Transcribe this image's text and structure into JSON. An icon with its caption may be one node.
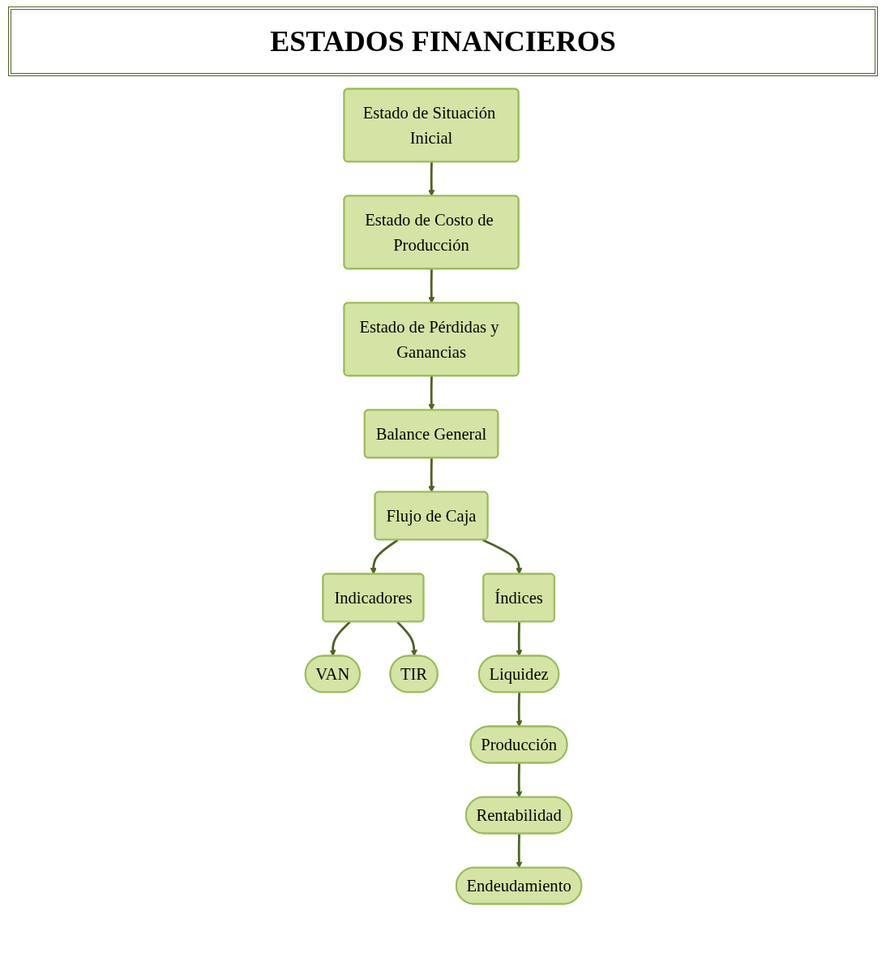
{
  "diagram": {
    "title": "ESTADOS FINANCIEROS",
    "nodes": [
      {
        "text": [
          "Estado de Situación Inicial"
        ]
      },
      {
        "text": [
          "Estado de Costo de Producción"
        ]
      },
      {
        "text": [
          "Estado de Pérdidas y Ganancias"
        ]
      },
      {
        "text": [
          "Balance General"
        ]
      },
      {
        "text": [
          "Flujo de Caja"
        ]
      },
      {
        "text": [
          "Indicadores"
        ]
      },
      {
        "text": [
          "Índices"
        ]
      },
      {
        "text": [
          "VAN"
        ]
      },
      {
        "text": [
          "TIR"
        ]
      },
      {
        "text": [
          "Liquidez"
        ]
      },
      {
        "text": [
          "Producción"
        ]
      },
      {
        "text": [
          "Rentabilidad"
        ]
      },
      {
        "text": [
          "Endeudamiento"
        ]
      }
    ],
    "edges": [
      {
        "from": 0,
        "to": 1,
        "arrow": "to"
      },
      {
        "from": 1,
        "to": 2,
        "arrow": "to"
      },
      {
        "from": 2,
        "to": 3,
        "arrow": "to"
      },
      {
        "from": 3,
        "to": 4,
        "arrow": "to"
      },
      {
        "from": 4,
        "to": 5,
        "arrow": "to"
      },
      {
        "from": 4,
        "to": 6,
        "arrow": "to"
      },
      {
        "from": 5,
        "to": 7,
        "arrow": "to"
      },
      {
        "from": 5,
        "to": 8,
        "arrow": "to"
      },
      {
        "from": 6,
        "to": 9,
        "arrow": "to"
      },
      {
        "from": 9,
        "to": 10,
        "arrow": "to"
      },
      {
        "from": 10,
        "to": 11,
        "arrow": "to"
      },
      {
        "from": 11,
        "to": 12,
        "arrow": "to"
      }
    ]
  }
}
